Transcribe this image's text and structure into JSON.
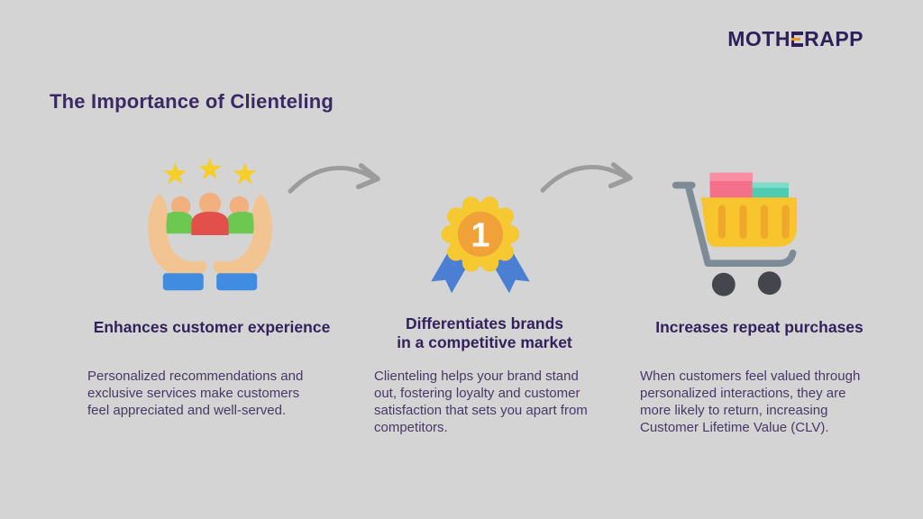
{
  "slide": {
    "title": "The Importance of Clienteling",
    "background_color": "#d4d4d5"
  },
  "logo": {
    "prefix": "MOTH",
    "suffix": "RAPP",
    "full_name": "MOTHERAPP",
    "color": "#2e2059",
    "accent_color": "#f7941d"
  },
  "columns": [
    {
      "icon": "hands-holding-customers-with-stars",
      "heading": "Enhances customer experience",
      "body": "Personalized recommendations and exclusive services make customers feel appreciated and well-served."
    },
    {
      "icon": "first-place-award-rosette",
      "heading": "Differentiates brands\nin a competitive market",
      "body": "Clienteling helps your brand stand out, fostering loyalty and customer satisfaction that sets you apart from competitors."
    },
    {
      "icon": "shopping-cart-with-goods",
      "heading": "Increases repeat purchases",
      "body": "When customers feel valued through personalized interactions, they are more likely to return, increasing Customer Lifetime Value (CLV)."
    }
  ],
  "colors": {
    "heading_text": "#33215c",
    "body_text": "#473965",
    "title_text": "#3a2a63",
    "arrow_gray": "#9c9c9c",
    "star_yellow": "#f6ce29",
    "skin_tone": "#f1c492",
    "sleeve_blue": "#3f8ce0",
    "person_green": "#6cc851",
    "person_red": "#e2504c",
    "badge_yellow": "#f6c832",
    "badge_inner_orange": "#f0a238",
    "ribbon_blue": "#4a7fd4",
    "cart_handle_gray": "#7d8b96",
    "cart_basket_yellow": "#f8c52f",
    "cart_box_pink": "#f4708a",
    "cart_box_teal": "#4fcbb2",
    "wheel_dark": "#45454d"
  }
}
